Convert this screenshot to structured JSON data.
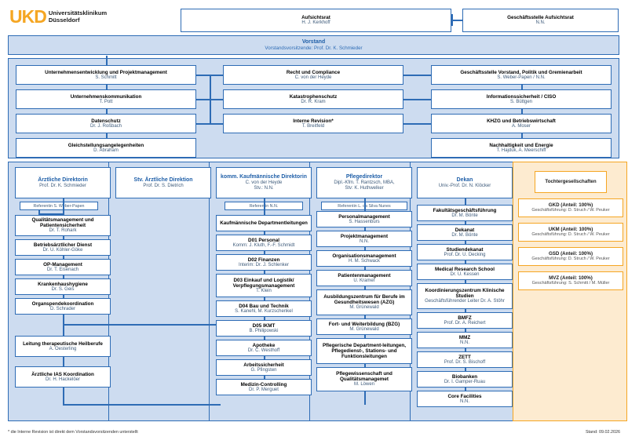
{
  "logo": {
    "mark": "UKD",
    "line1": "Universitätsklinikum",
    "line2": "Düsseldorf"
  },
  "top": {
    "aufsichtsrat": {
      "title": "Aufsichtsrat",
      "person": "H. J. Kerkhoff"
    },
    "geschaeftsstelle_aufsichtsrat": {
      "title": "Geschäftsstelle Aufsichtsrat",
      "person": "N.N."
    }
  },
  "vorstand": {
    "title": "Vorstand",
    "subtitle": "Vorstandsvorsitzende: Prof. Dr. K. Schmieder"
  },
  "staff": {
    "col1": [
      {
        "title": "Unternehmensentwicklung und Projektmanagement",
        "person": "S. Schmitt"
      },
      {
        "title": "Unternehmenskommunikation",
        "person": "T. Pott"
      },
      {
        "title": "Datenschutz",
        "person": "Dr. J. Roßbach"
      },
      {
        "title": "Gleichstellungsangelegenheiten",
        "person": "D. Abraham"
      }
    ],
    "col2": [
      {
        "title": "Recht und Compliance",
        "person": "C. von der Heyde"
      },
      {
        "title": "Katastrophenschutz",
        "person": "Dr. R. Kram"
      },
      {
        "title": "Interne Revision*",
        "person": "T. Breitfeld"
      }
    ],
    "col3": [
      {
        "title": "Geschäftsstelle Vorstand, Politik und Gremienarbeit",
        "person": "S. Weber-Papen / N.N."
      },
      {
        "title": "Informationssicherheit / CISO",
        "person": "S. Büttgen"
      },
      {
        "title": "KHZG und Betriebswirtschaft",
        "person": "A. Moser"
      },
      {
        "title": "Nachhaltigkeit und Energie",
        "person": "T. Hajduk, A. Meerschiff"
      }
    ]
  },
  "columns": [
    {
      "head": {
        "title": "Ärztliche Direktorin",
        "lines": [
          "Prof. Dr. K. Schmieder"
        ]
      },
      "referent": "Referentin S. Weber-Papen",
      "items": [
        {
          "title": "Qualitätsmanagement und Patientensicherheit",
          "person": "Dr. T. Rohark"
        },
        {
          "title": "Betriebsärztlicher Dienst",
          "person": "Dr. U. Köhler-Göke"
        },
        {
          "title": "OP-Management",
          "person": "Dr. T. Eisenach"
        },
        {
          "title": "Krankenhaushygiene",
          "person": "Dr. S. Geis"
        },
        {
          "title": "Organspendekoordination",
          "person": "D. Schrader"
        },
        {
          "title": "Leitung therapeutische Heilberufe",
          "person": "A. Oesterling"
        },
        {
          "title": "Ärztliche IAS Koordination",
          "person": "Dr. H. Hackelöer"
        }
      ]
    },
    {
      "head": {
        "title": "Stv. Ärztliche Direktion",
        "lines": [
          "Prof. Dr. S. Dietrich"
        ]
      },
      "referent": "",
      "items": []
    },
    {
      "head": {
        "title": "komm. Kaufmännische Direktorin",
        "lines": [
          "C. von der Heyde",
          "Stv.: N.N."
        ]
      },
      "referent": "Referentin N.N.",
      "items": [
        {
          "title": "Kaufmännische Departmentleitungen",
          "person": ""
        },
        {
          "title": "D01 Personal",
          "person": "Komm: J. Kluth, F.-F. Schmidt"
        },
        {
          "title": "D02 Finanzen",
          "person": "Interim: Dr. J. Schlenker"
        },
        {
          "title": "D03 Einkauf und Logistik/ Verpflegungsmanagement",
          "person": "T. Klein"
        },
        {
          "title": "D04 Bau und Technik",
          "person": "S. Kanehl, M. Kurzschenkel"
        },
        {
          "title": "D05 IKMT",
          "person": "B. Philipowski"
        },
        {
          "title": "Apotheke",
          "person": "Dr. C. Westhoff"
        },
        {
          "title": "Arbeitssicherheit",
          "person": "G. Pfingsten"
        },
        {
          "title": "Medizin-Controlling",
          "person": "Dr. P. Merguet"
        }
      ]
    },
    {
      "head": {
        "title": "Pflegedirektor",
        "lines": [
          "Dipl.-Kfm. T. Rantzsch, MBA,",
          "Stv: K. Huthwelker"
        ]
      },
      "referent": "Referentin L. da Silva Nunes",
      "items": [
        {
          "title": "Personalmanagement",
          "person": "S. Hassenburs"
        },
        {
          "title": "Projektmanagement",
          "person": "N.N."
        },
        {
          "title": "Organisationsmanagement",
          "person": "H. M. Schwack"
        },
        {
          "title": "Patientenmanagement",
          "person": "U. Kramer"
        },
        {
          "title": "Ausbildungszentrum für Berufe im Gesundheitswesen (AZG)",
          "person": "M. Grünewald"
        },
        {
          "title": "Fort- und Weiterbildung (BZG)",
          "person": "M. Grünewald"
        },
        {
          "title": "Pflegerische Department-leitungen, Pflegedienst-, Stations- und Funktionsleitungen",
          "person": ""
        },
        {
          "title": "Pflegewissenschaft und Qualitätsmanagemet",
          "person": "M. Löwen"
        }
      ]
    },
    {
      "head": {
        "title": "Dekan",
        "lines": [
          "Univ.-Prof. Dr. N. Klöcker"
        ]
      },
      "referent": "",
      "items": [
        {
          "title": "Fakultätsgeschäftsführung",
          "person": "Dr. M. Bönte"
        },
        {
          "title": "Dekanat",
          "person": "Dr. M. Bönte"
        },
        {
          "title": "Studiendekanat",
          "person": "Prof. Dr. U. Decking"
        },
        {
          "title": "Medical Research School",
          "person": "Dr. U. Kessen"
        },
        {
          "title": "Koordinierungszentrum Klinische Studien",
          "person": "Geschäftsführender Leiter Dr. A. Stöhr"
        },
        {
          "title": "BMFZ",
          "person": "Prof. Dr. A. Reichert"
        },
        {
          "title": "MMZ",
          "person": "N.N."
        },
        {
          "title": "ZETT",
          "person": "Prof. Dr. S. Bischoff"
        },
        {
          "title": "Biobanken",
          "person": "Dr. I. Gamper-Ruau"
        },
        {
          "title": "Core Facilities",
          "person": "N.N."
        }
      ]
    }
  ],
  "tochter": {
    "title": "Tochtergesellschaften",
    "items": [
      {
        "title": "GKD (Anteil: 100%)",
        "person": "Geschäftsführung: D. Struch / W. Peuker"
      },
      {
        "title": "UKM (Anteil: 100%)",
        "person": "Geschäftsführung: D. Struch / W. Peuker"
      },
      {
        "title": "GSD (Anteil: 100%)",
        "person": "Geschäftsführung: D. Struch / W. Peuker"
      },
      {
        "title": "MVZ (Anteil: 100%)",
        "person": "Geschäftsführung: S. Schmitt / M. Müller"
      }
    ]
  },
  "footer": {
    "footnote": "* die Interne Revision ist direkt dem Vorstandsvorsitzenden unterstellt",
    "stand": "Stand: 09.02.2026"
  },
  "colors": {
    "blue": "#2e6cb5",
    "panel": "#cddcf0",
    "orange": "#f5a623",
    "orange_panel": "#fdebd0"
  }
}
